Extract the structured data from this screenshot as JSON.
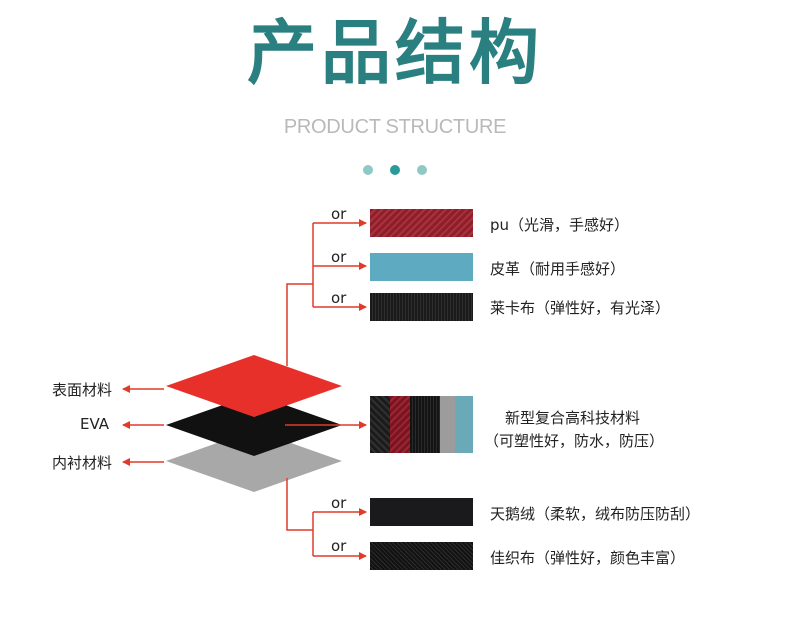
{
  "header": {
    "title": "产品结构",
    "subtitle": "PRODUCT STRUCTURE"
  },
  "layers": [
    {
      "label": "表面材料"
    },
    {
      "label": "EVA"
    },
    {
      "label": "内衬材料"
    }
  ],
  "or_label": "or",
  "top_materials": [
    {
      "label": "pu（光滑，手感好）"
    },
    {
      "label": "皮革（耐用手感好）"
    },
    {
      "label": "莱卡布（弹性好，有光泽）"
    }
  ],
  "middle_material": {
    "line1": "新型复合高科技材料",
    "line2": "（可塑性好，防水，防压）"
  },
  "bottom_materials": [
    {
      "label": "天鹅绒（柔软，绒布防压防刮）"
    },
    {
      "label": "佳织布（弹性好，颜色丰富）"
    }
  ],
  "colors": {
    "title": "#2a7f80",
    "accent": "#e13a2a",
    "surface_layer": "#e8302a",
    "eva_layer": "#111111",
    "lining_layer": "#a8a8a8",
    "dots": [
      "#8fc9c5",
      "#2a9a98",
      "#8fc9c5"
    ]
  }
}
